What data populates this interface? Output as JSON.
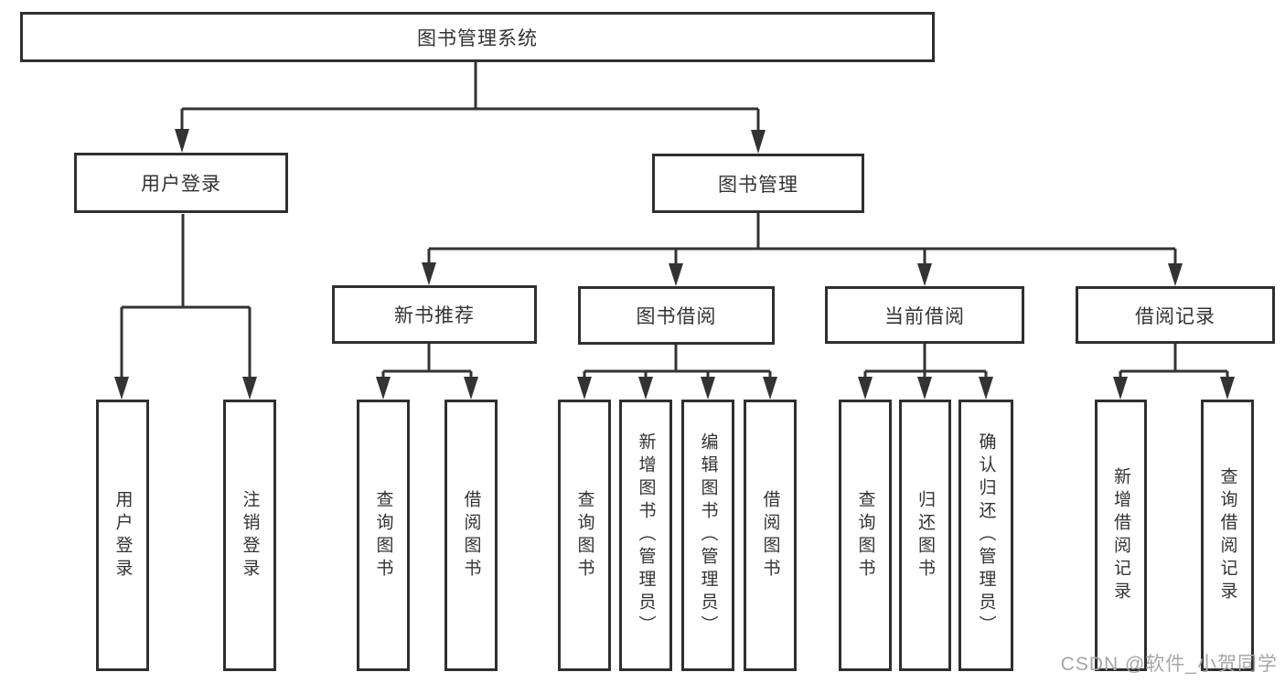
{
  "tree": {
    "label": "图书管理系统",
    "children": [
      {
        "label": "用户登录",
        "children": [
          {
            "label": "用户登录"
          },
          {
            "label": "注销登录"
          }
        ]
      },
      {
        "label": "图书管理",
        "children": [
          {
            "label": "新书推荐",
            "children": [
              {
                "label": "查询图书"
              },
              {
                "label": "借阅图书"
              }
            ]
          },
          {
            "label": "图书借阅",
            "children": [
              {
                "label": "查询图书"
              },
              {
                "label": "新增图书（管理员）"
              },
              {
                "label": "编辑图书（管理员）"
              },
              {
                "label": "借阅图书"
              }
            ]
          },
          {
            "label": "当前借阅",
            "children": [
              {
                "label": "查询图书"
              },
              {
                "label": "归还图书"
              },
              {
                "label": "确认归还（管理员）"
              }
            ]
          },
          {
            "label": "借阅记录",
            "children": [
              {
                "label": "新增借阅记录"
              },
              {
                "label": "查询借阅记录"
              }
            ]
          }
        ]
      }
    ]
  },
  "watermark": "CSDN @软件_小贺同学",
  "colors": {
    "line": "#333333",
    "box_border": "#2f2f2f",
    "text": "#333333",
    "watermark": "#a6a6a6",
    "background": "#ffffff"
  }
}
